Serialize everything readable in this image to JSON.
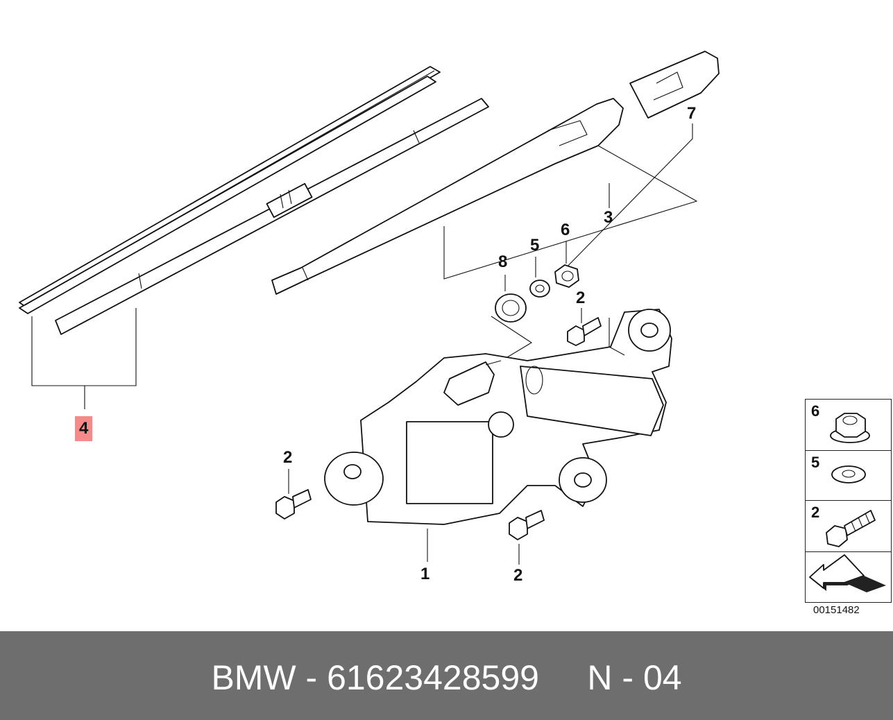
{
  "callouts": {
    "c1": "1",
    "c2a": "2",
    "c2b": "2",
    "c2c": "2",
    "c3": "3",
    "c4": "4",
    "c5": "5",
    "c6": "6",
    "c7": "7",
    "c8": "8"
  },
  "legend": {
    "items": [
      {
        "number": "6",
        "icon": "hex-flange-nut-icon"
      },
      {
        "number": "5",
        "icon": "washer-icon"
      },
      {
        "number": "2",
        "icon": "hex-bolt-icon"
      }
    ],
    "arrow_icon": "direction-arrow-icon"
  },
  "catalog_number": "00151482",
  "footer": {
    "text": "BMW - 61623428599     N - 04",
    "background": "#6e6e6e"
  },
  "colors": {
    "highlight": "#f48a8a",
    "line": "#111111"
  }
}
